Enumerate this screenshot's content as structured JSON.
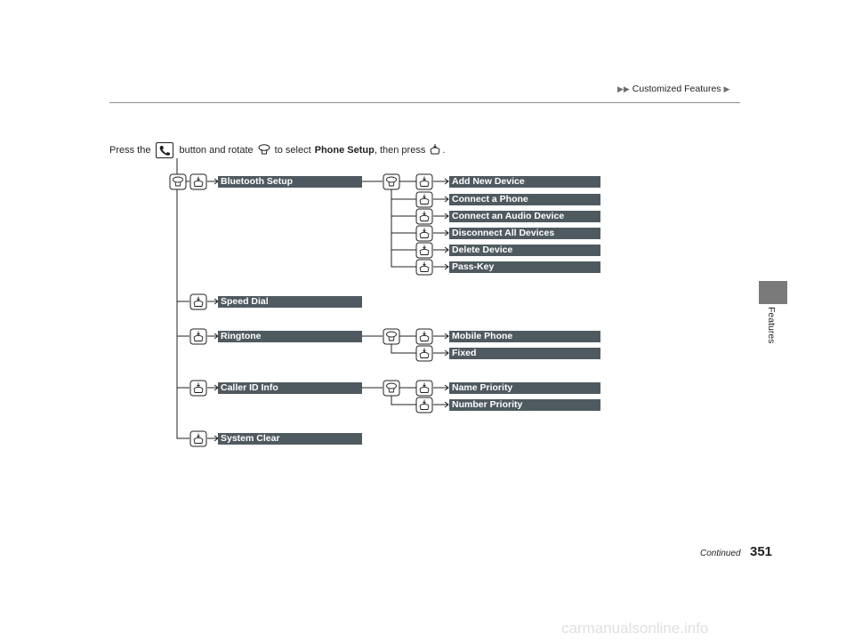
{
  "header": {
    "breadcrumb": "Customized Features"
  },
  "side_tab": {
    "label": "Features"
  },
  "instruction": {
    "part1": "Press the",
    "part2": "button and rotate",
    "part3": "to select",
    "target": "Phone Setup",
    "part4": ", then press",
    "part5": "."
  },
  "menu": {
    "bluetooth_setup": "Bluetooth Setup",
    "speed_dial": "Speed Dial",
    "ringtone": "Ringtone",
    "caller_id_info": "Caller ID Info",
    "system_clear": "System Clear",
    "bluetooth_items": [
      "Add New Device",
      "Connect a Phone",
      "Connect an Audio Device",
      "Disconnect All Devices",
      "Delete Device",
      "Pass-Key"
    ],
    "ringtone_items": [
      "Mobile Phone",
      "Fixed"
    ],
    "caller_id_items": [
      "Name Priority",
      "Number Priority"
    ]
  },
  "footer": {
    "continued": "Continued",
    "page_number": "351",
    "watermark": "carmanualsonline.info"
  },
  "icons": {
    "knob": "rotate-knob-icon",
    "press": "press-knob-icon",
    "phone": "phone-icon"
  }
}
